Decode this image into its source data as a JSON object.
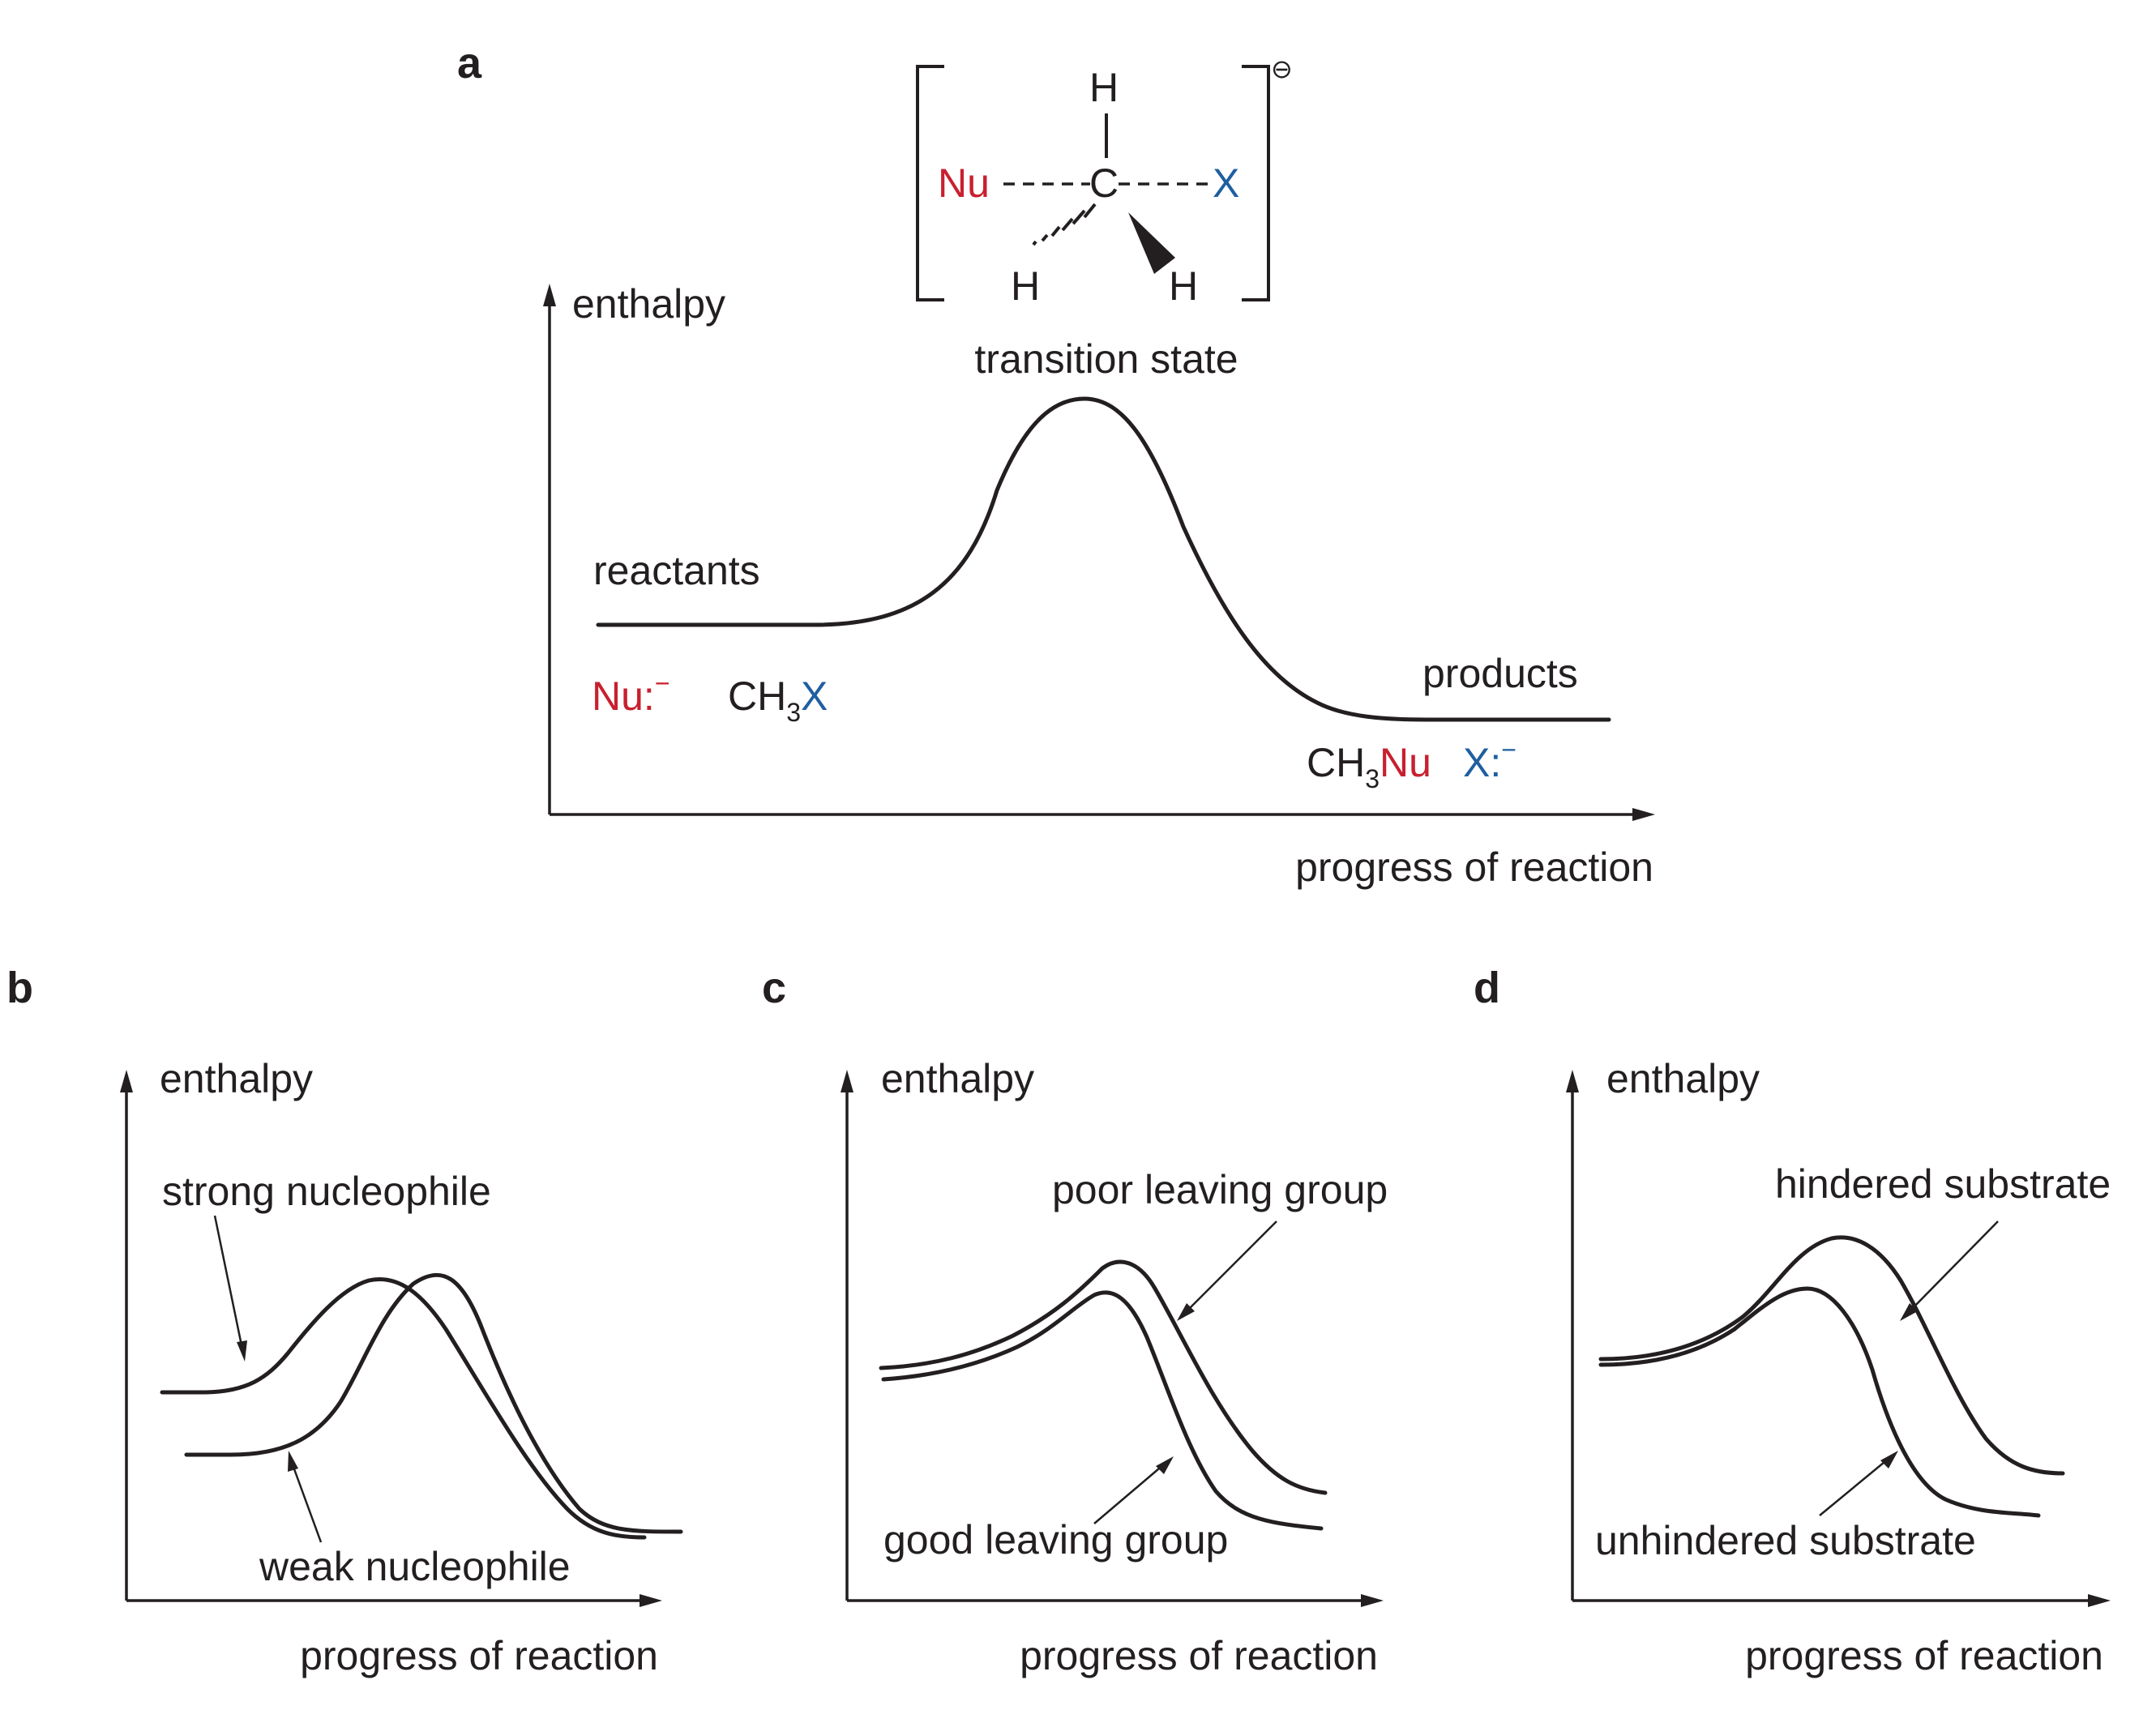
{
  "colors": {
    "nucleophile": "#c8202f",
    "leaving_group": "#1f5fa0",
    "ink": "#231f20"
  },
  "panel_a": {
    "label": "a",
    "y_axis_label": "enthalpy",
    "x_axis_label": "progress of reaction",
    "transition_state": {
      "caption": "transition state",
      "charge": "⊖",
      "nucleophile": "Nu",
      "carbon": "C",
      "leaving_group": "X",
      "h_top": "H",
      "h_left": "H",
      "h_right": "H"
    },
    "reactants": {
      "label": "reactants",
      "nucleophile": "Nu:",
      "nucleophile_charge": "−",
      "substrate_prefix": "CH",
      "substrate_subscript": "3",
      "substrate_group": "X"
    },
    "products": {
      "label": "products",
      "product_prefix": "CH",
      "product_subscript": "3",
      "product_group": "Nu",
      "leaving_ion": "X:",
      "leaving_charge": "−"
    }
  },
  "panel_b": {
    "label": "b",
    "y_axis_label": "enthalpy",
    "x_axis_label": "progress of reaction",
    "upper_label": "strong nucleophile",
    "lower_label": "weak nucleophile"
  },
  "panel_c": {
    "label": "c",
    "y_axis_label": "enthalpy",
    "x_axis_label": "progress of reaction",
    "upper_label": "poor leaving group",
    "lower_label": "good leaving group"
  },
  "panel_d": {
    "label": "d",
    "y_axis_label": "enthalpy",
    "x_axis_label": "progress of reaction",
    "upper_label": "hindered substrate",
    "lower_label": "unhindered substrate"
  }
}
